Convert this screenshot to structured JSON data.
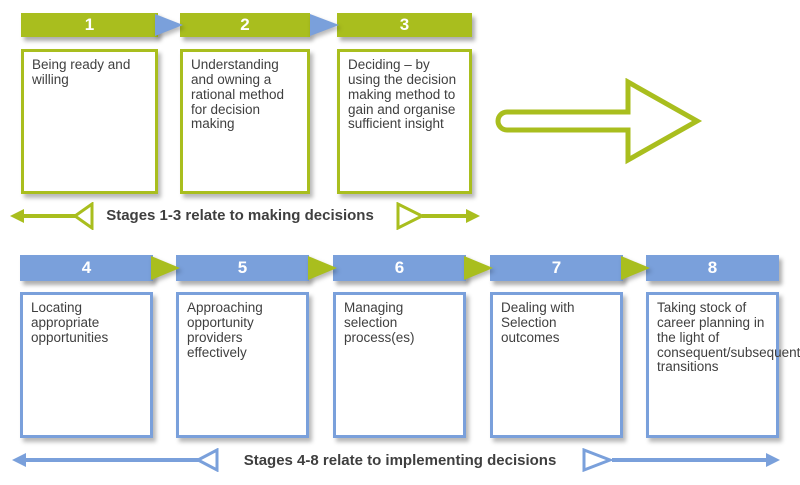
{
  "colors": {
    "stage_green": "#A9BE1E",
    "stage_blue": "#7AA0DB",
    "text_gray": "#3F3F3F",
    "white": "#FFFFFF"
  },
  "top_row": {
    "caption": "Stages 1-3 relate to making decisions",
    "stages": [
      {
        "number": "1",
        "description": "Being ready and willing"
      },
      {
        "number": "2",
        "description": "Understanding and owning a rational method for decision making"
      },
      {
        "number": "3",
        "description": "Deciding – by using the decision making method to gain and organise sufficient insight"
      }
    ]
  },
  "bottom_row": {
    "caption": "Stages 4-8 relate to implementing decisions",
    "stages": [
      {
        "number": "4",
        "description": "Locating appropriate opportunities"
      },
      {
        "number": "5",
        "description": "Approaching opportunity providers effectively"
      },
      {
        "number": "6",
        "description": "Managing selection process(es)"
      },
      {
        "number": "7",
        "description": "Dealing with Selection outcomes"
      },
      {
        "number": "8",
        "description": "Taking stock of career planning in the light of consequent/subsequent transitions"
      }
    ]
  }
}
